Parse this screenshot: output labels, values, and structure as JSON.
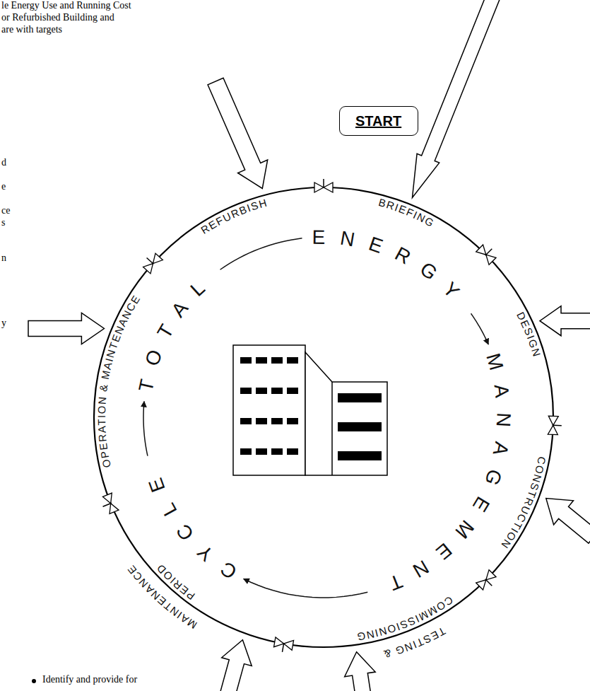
{
  "diagram": {
    "nodes": [
      {
        "text": [
          "START"
        ]
      }
    ],
    "labels": [
      "le Energy Use and Running Cost",
      "or Refurbished Building and",
      "are with targets",
      "d",
      "e",
      "ce",
      "s",
      "n",
      "y",
      "REFURBISH",
      "BRIEFING",
      "DESIGN",
      "CONSTRUCTION",
      "TESTING &",
      "COMMISSIONING",
      "MAINTENANCE",
      "PERIOD",
      "OPERATION & MAINTENANCE",
      "TOTAL",
      "ENERGY",
      "MANAGEMENT",
      "CYCLE",
      "Identify and provide for"
    ]
  }
}
